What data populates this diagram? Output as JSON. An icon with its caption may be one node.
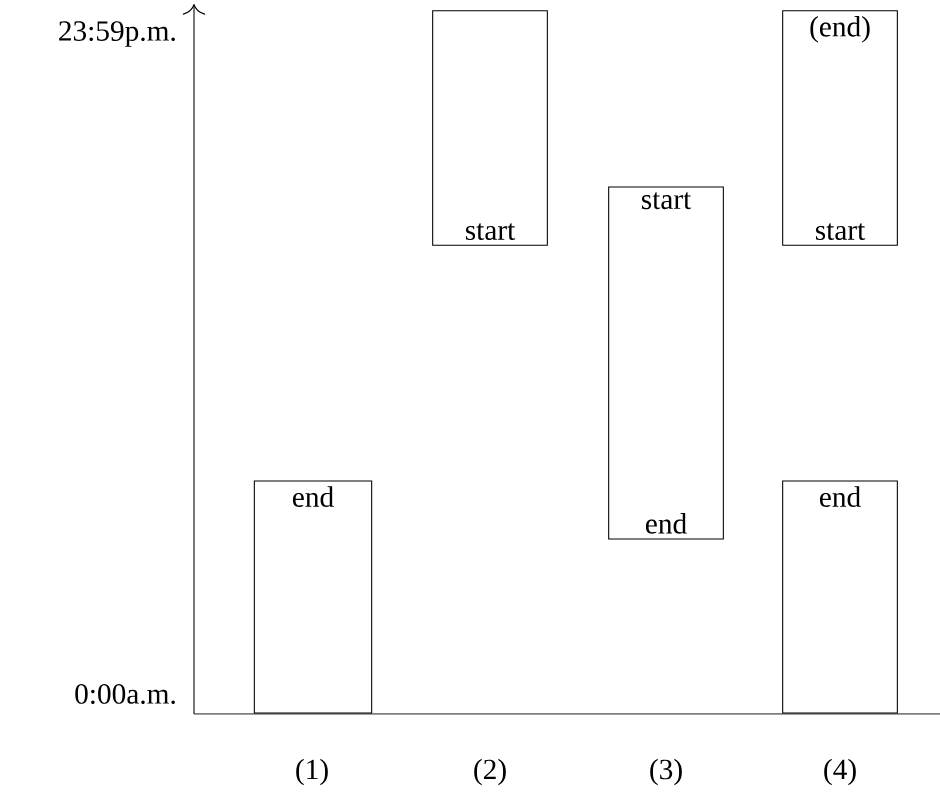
{
  "diagram": {
    "nodes": [
      {
        "text": [
          "end"
        ]
      },
      {
        "text": [
          "start"
        ]
      },
      {
        "text": [
          "start",
          "end"
        ]
      },
      {
        "text": [
          "(end)",
          "start"
        ]
      },
      {
        "text": [
          "end"
        ]
      }
    ],
    "labels": [
      "23:59p.m.",
      "0:00a.m.",
      "(1)",
      "(2)",
      "(3)",
      "(4)"
    ]
  }
}
